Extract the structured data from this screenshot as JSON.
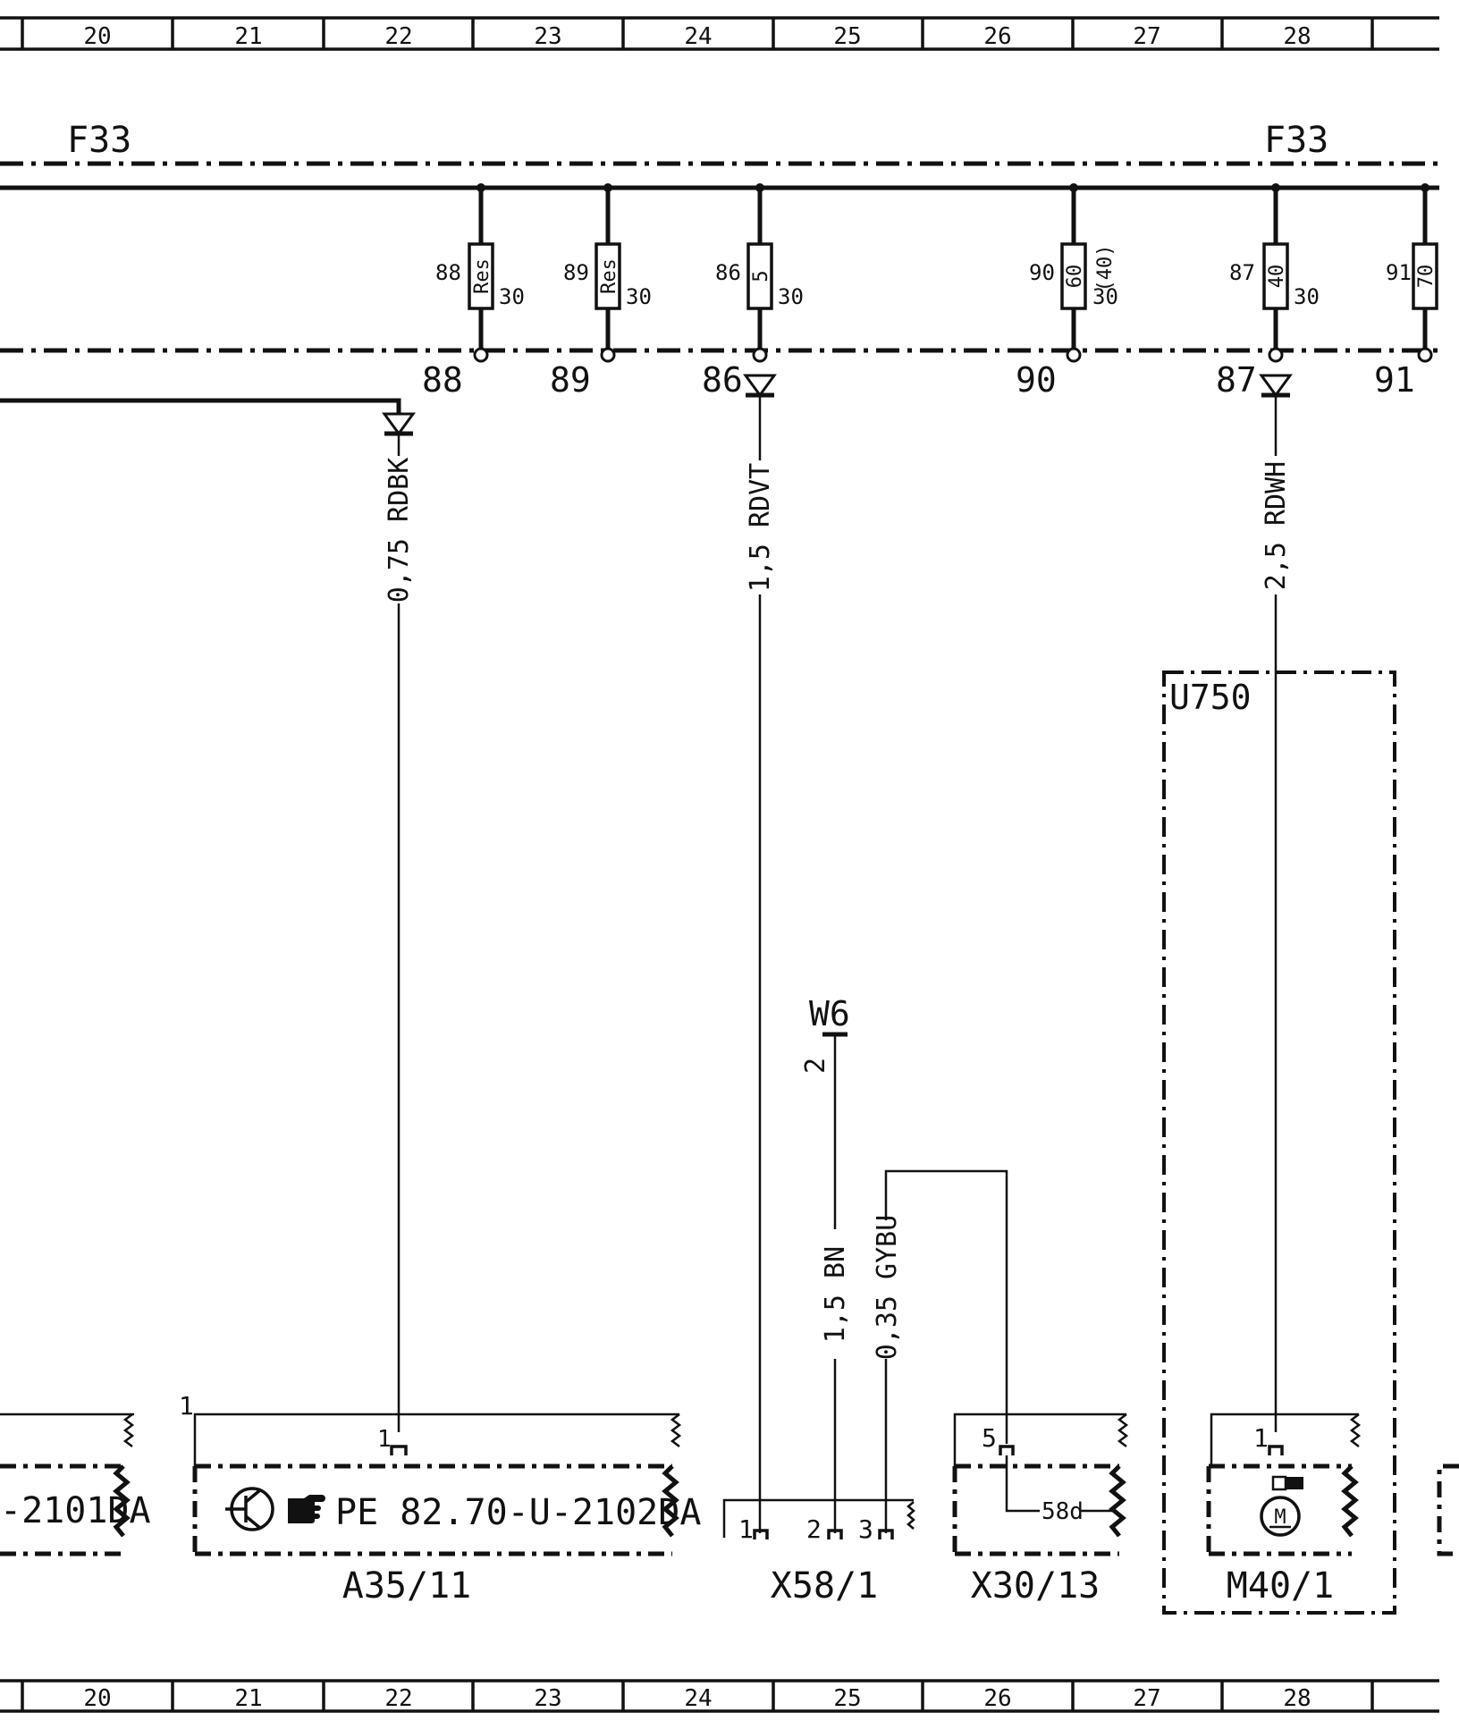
{
  "grid": {
    "columns": [
      "20",
      "21",
      "22",
      "23",
      "24",
      "25",
      "26",
      "27",
      "28"
    ]
  },
  "fuse_box": {
    "label_left": "F33",
    "label_right": "F33",
    "fuses": [
      {
        "id": "88",
        "rating": "Res",
        "terminal": "30",
        "output": "88"
      },
      {
        "id": "89",
        "rating": "Res",
        "terminal": "30",
        "output": "89"
      },
      {
        "id": "86",
        "rating": "5",
        "terminal": "30",
        "output": "86"
      },
      {
        "id": "90",
        "rating": "60",
        "alt_rating": "(40)",
        "terminal": "30",
        "output": "90"
      },
      {
        "id": "87",
        "rating": "40",
        "terminal": "30",
        "output": "87"
      },
      {
        "id": "91",
        "rating": "70",
        "terminal": "",
        "output": "91"
      }
    ]
  },
  "wires": [
    {
      "id": "w-rdbk",
      "label": "0,75 RDBK"
    },
    {
      "id": "w-rdvt",
      "label": "1,5 RDVT"
    },
    {
      "id": "w-rdwh",
      "label": "2,5 RDWH"
    },
    {
      "id": "w-bn",
      "label": "1,5 BN"
    },
    {
      "id": "w-gybu",
      "label": "0,35 GYBU"
    }
  ],
  "ground": {
    "label": "W6",
    "pin": "2"
  },
  "components": {
    "left_cut": {
      "text": "-2101DA"
    },
    "a35": {
      "label": "A35/11",
      "ref": "PE 82.70-U-2102DA",
      "pin": "1",
      "outer_pin": "1"
    },
    "x58": {
      "label": "X58/1",
      "pins": [
        "1",
        "2",
        "3"
      ]
    },
    "x30": {
      "label": "X30/13",
      "pin": "5",
      "signal": "58d"
    },
    "u750": {
      "label": "U750"
    },
    "m40": {
      "label": "M40/1",
      "pin": "1",
      "motor": "M"
    }
  }
}
